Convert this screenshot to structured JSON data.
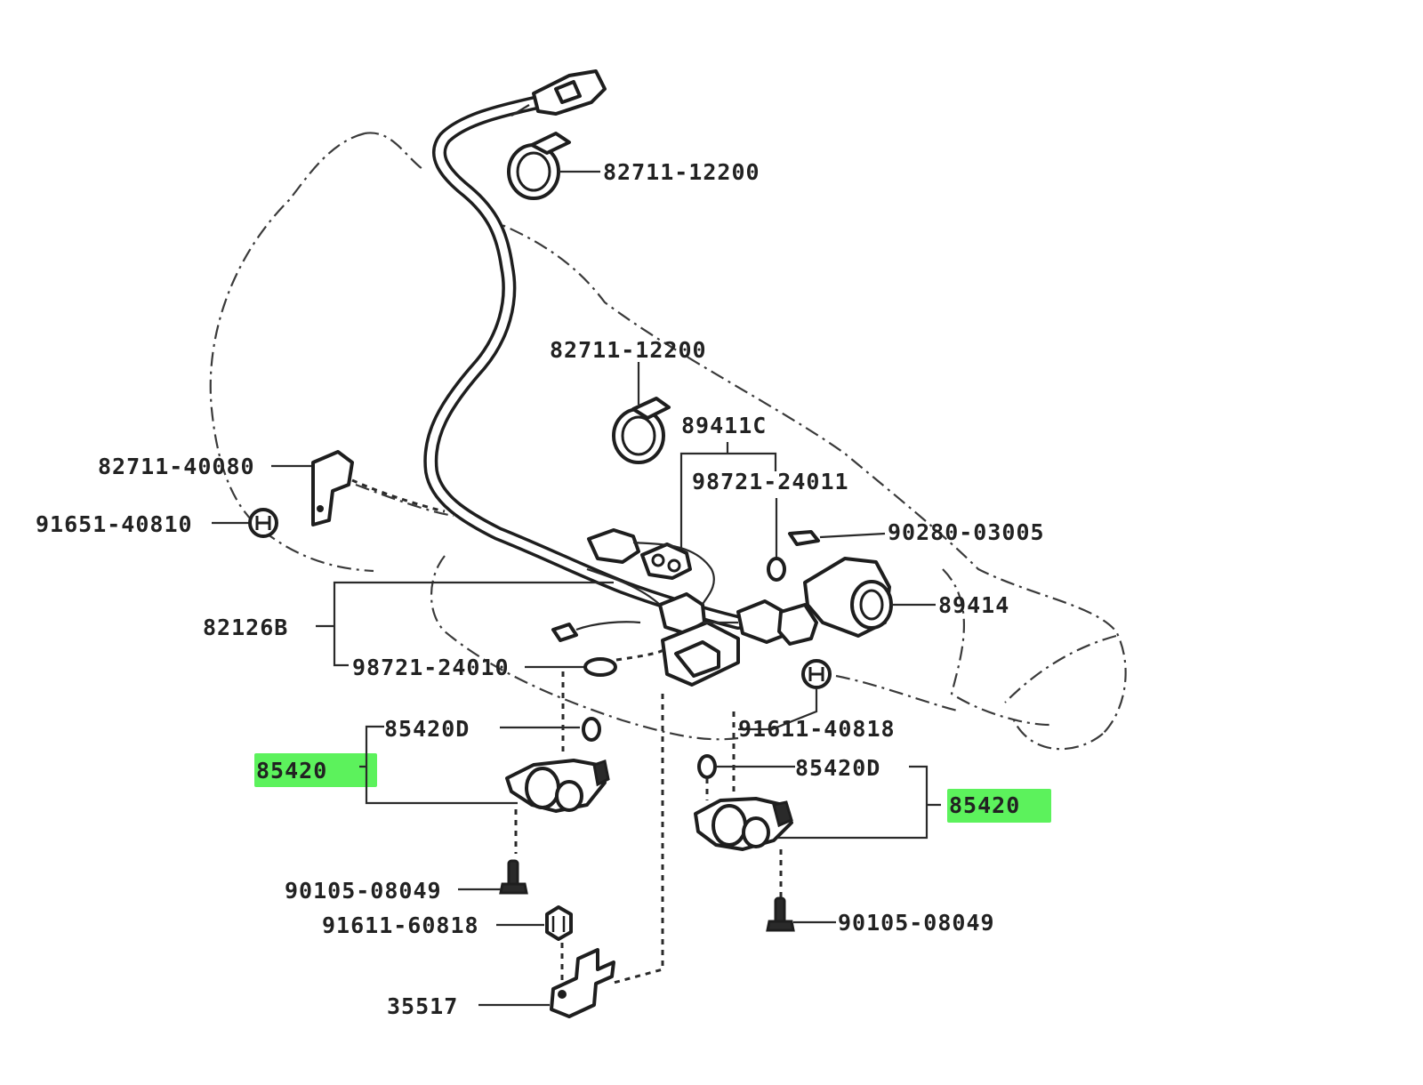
{
  "highlight_color": "#5cf25c",
  "labels": {
    "clamp_top": "82711-12200",
    "clamp_mid": "82711-12200",
    "connector_89411c": "89411C",
    "oring_98721_24011": "98721-24011",
    "clip_82711_40080": "82711-40080",
    "bolt_91651_40810": "91651-40810",
    "pin_90280_03005": "90280-03005",
    "harness_82126b": "82126B",
    "switch_89414": "89414",
    "oring_98721_24010": "98721-24010",
    "seal_left_85420d": "85420D",
    "bolt_91611_40818": "91611-40818",
    "sensor_left_85420": "85420",
    "seal_right_85420d": "85420D",
    "sensor_right_85420": "85420",
    "screw_left_90105": "90105-08049",
    "nut_91611_60818": "91611-60818",
    "screw_right_90105": "90105-08049",
    "bracket_35517": "35517"
  }
}
